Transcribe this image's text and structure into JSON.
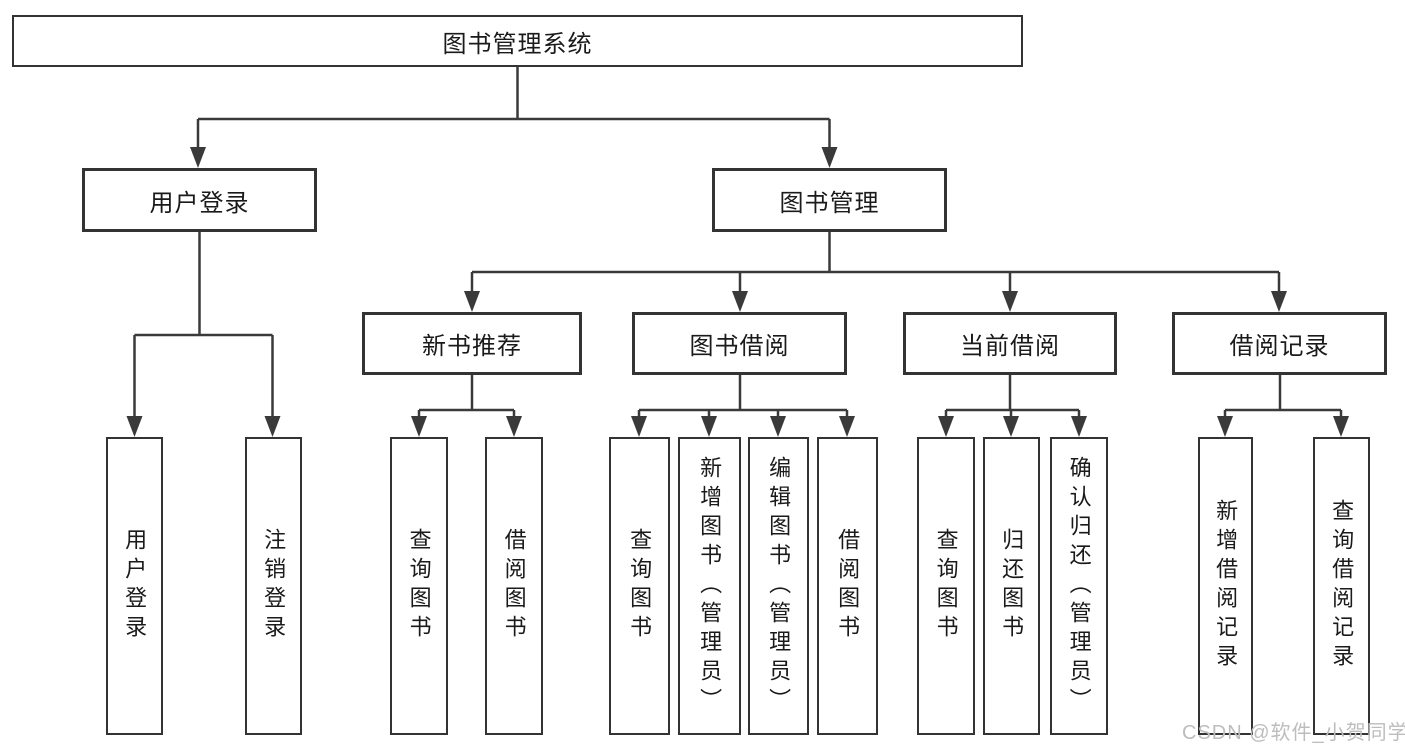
{
  "nodes": {
    "root": "图书管理系统",
    "level2": [
      "用户登录",
      "图书管理"
    ],
    "level3": [
      "新书推荐",
      "图书借阅",
      "当前借阅",
      "借阅记录"
    ],
    "leaves": [
      "用户登录",
      "注销登录",
      "查询图书",
      "借阅图书",
      "查询图书",
      "新增图书（管理员）",
      "编辑图书（管理员）",
      "借阅图书",
      "查询图书",
      "归还图书",
      "确认归还（管理员）",
      "新增借阅记录",
      "查询借阅记录"
    ]
  },
  "watermark": "CSDN @软件_小贺同学",
  "colors": {
    "line": "#3a3a3a",
    "border": "#333333",
    "text": "#1a1a1a",
    "watermark": "#bdbdbd",
    "background": "#ffffff"
  }
}
